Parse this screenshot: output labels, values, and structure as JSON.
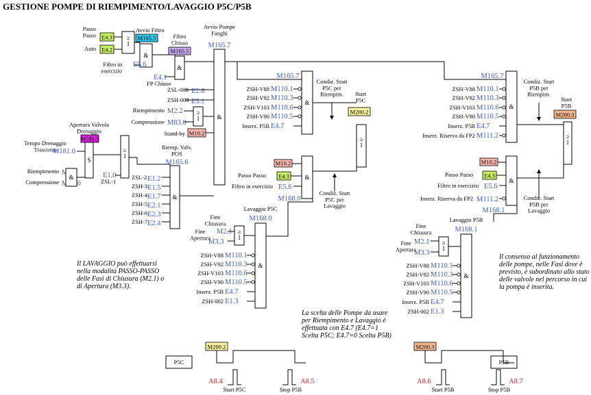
{
  "title": "GESTIONE POMPE DI RIEMPIMENTO/LAVAGGIO P5C/P5B",
  "colors": {
    "address": "#3a5bd6",
    "output": "#cc2222",
    "green": "#c8f060",
    "cyan": "#30c8f0",
    "violet": "#c8a8f0",
    "magenta": "#e020e0",
    "pink": "#f8b8b0",
    "yellow": "#f8f0a0",
    "orange": "#f4b890"
  },
  "top_left": {
    "passo_label": "Passo\nPasso",
    "auto_label": "Auto",
    "e43": "E4.3",
    "e42": "E4.2",
    "avvio_filtro": "Avvio Filtro",
    "m1655a": "M165.5",
    "filtro_chiuso": "Filtro\nChiuso",
    "m1655b": "M165.5",
    "filtro_esercizio": "Filtro in\nesercizio",
    "e56": "E5.6",
    "e41": "E4.1",
    "fp_chiuso": "FP Chiuso",
    "avvio_pompe": "Avvio Pompe\nFanghi",
    "m1657": "M165.7",
    "zsl008": "ZSL-008",
    "e26": "E2.6",
    "zsh009": "ZSH-009",
    "e31": "E3.1",
    "riempimento": "Riempimento",
    "m22": "M2.2",
    "compressione": "Compressione",
    "m830": "M83.0",
    "standby": "Stand-by",
    "m102": "M10.2",
    "apertura_valvola": "Apertura Valvola\nDrenaggio",
    "m1813": "M181.3",
    "tempo_drenaggio": "Tempo Drenaggio\nTrascorso",
    "m1810": "M181.0",
    "riempimento2": "Riempimento",
    "m22b": "M2.2",
    "compressione2": "Compressione",
    "m830b": "M83.0",
    "e10": "E1.0",
    "zsl1": "ZSL-1",
    "riemp_valv": "Riemp. Valv.\nPOS",
    "m1656": "M165.6",
    "zsl_list": [
      "ZSL-2",
      "ZSH-3",
      "ZSH-4",
      "ZSH-5",
      "ZSH-6",
      "ZSH-7"
    ],
    "e_list": [
      "E1.2",
      "E1.5",
      "E1.7",
      "E2.1",
      "E2.3",
      "E2.4"
    ]
  },
  "p5c": {
    "m1657": "M165.7",
    "cond_start": "Condiz. Start\nP5C per\nRiempim.",
    "start_label": "Start\nP5C",
    "m2002": "M200.2",
    "inputs": [
      "ZSH-V88",
      "ZSH-V92",
      "ZSH-V103",
      "ZSH-V90",
      "Inserz. P5B"
    ],
    "addrs": [
      "M110.1",
      "M110.3",
      "M110.6",
      "M110.5",
      "E4.7"
    ],
    "m102": "M10.2",
    "passo_passo": "Passo Passo",
    "e43": "E4.3",
    "filtro_esercizio": "Filtro in esercizio",
    "e56": "E5.6",
    "m1680": "M168.0",
    "cond_lav": "Condiz. Start\nP5C per\nLavaggio",
    "lavaggio_p5c": "Lavaggio P5C",
    "m1680b": "M168.0",
    "fine_chiusura": "Fine\nChiusura",
    "m21": "M2.1",
    "fine_apertura": "Fine\nApertura",
    "m33": "M3.3",
    "lav_inputs": [
      "ZSH-V88",
      "ZSH-V92",
      "ZSH-V103",
      "ZSH-V90",
      "Inserz. P5B",
      "ZSH-002"
    ],
    "lav_addrs": [
      "M110.1",
      "M110.3",
      "M110.6",
      "M110.5",
      "E4.7",
      "E1.3"
    ]
  },
  "p5b": {
    "m1657": "M165.7",
    "cond_start": "Condiz. Start\nP5B per\nRiempim.",
    "start_label": "Start\nP5B",
    "m2003": "M200.3",
    "inputs": [
      "ZSH-V88",
      "ZSH-V92",
      "ZSH-V103",
      "ZSH-V90",
      "Inserz. P5B",
      "Inserz. Riserva da FP2"
    ],
    "addrs": [
      "M110.1",
      "M110.3",
      "M110.6",
      "M110.5",
      "E4.7",
      "M111.2"
    ],
    "m102": "M10.2",
    "passo_passo": "Passo Passo",
    "e43": "E4.3",
    "filtro_esercizio": "Filtro in esercizio",
    "e56": "E5.6",
    "inserz_riserva": "Inserz. Riserva da FP2",
    "m1112": "M111.2",
    "m1681": "M168.1",
    "cond_lav": "Condiz. Start\nP5B per\nLavaggio",
    "lavaggio_p5b": "Lavaggio P5B",
    "m1681b": "M168.1",
    "fine_chiusura": "Fine\nChiusura",
    "m21": "M2.1",
    "fine_apertura": "Fine\nApertura",
    "m33": "M3.3",
    "lav_inputs": [
      "ZSH-V88",
      "ZSH-V92",
      "ZSH-V103",
      "ZSH-V90",
      "Inserz. P5B",
      "ZSH-002"
    ],
    "lav_addrs": [
      "M110.1",
      "M110.3",
      "M110.6",
      "M110.5",
      "E4.7",
      "E1.3"
    ]
  },
  "notes": {
    "lavaggio": "Il LAVAGGIO può effettuarsi\nnella modalità PASSO-PASSO\ndelle Fasi di Chiusura (M2.1) o\ndi Apertura (M3.3).",
    "scelta": "La scelta delle Pompe da usare\nper Riempimento e Lavaggio è\neffettuata   con   E4.7   (E4.7=1\nScelta P5C; E4.7=0 Scelta P5B)",
    "consenso": "Il  consenso  al  funzionamento\ndelle  pompe,  nelle  Fasi  dove  è\nprevisto, è subordinato allo stato\ndelle valvole nel percorso in cui\nla pompa è inserita."
  },
  "bottom": {
    "p5c_label": "P5C",
    "p5b_label": "P5B",
    "m2002": "M200.2",
    "m2003": "M200.3",
    "a84": "A8.4",
    "a85": "A8.5",
    "a86": "A8.6",
    "a87": "A8.7",
    "start_p5c": "Start P5C",
    "stop_p5b": "Stop P5B",
    "start_p5b": "Start P5B",
    "stop_p5b2": "Stop P5B"
  }
}
